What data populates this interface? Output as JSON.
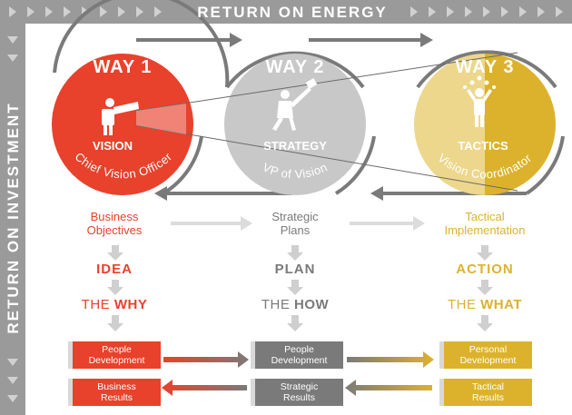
{
  "colors": {
    "red": "#e8412c",
    "gray": "#7a7a7a",
    "lightgray": "#c8c8c8",
    "gold": "#dcb22d",
    "goldlight": "#ecd78c",
    "band": "#9a9a9a"
  },
  "top_band": {
    "label": "RETURN ON ENERGY"
  },
  "side_band": {
    "label": "RETURN ON INVESTMENT"
  },
  "ways": [
    {
      "title": "WAY 1",
      "subtitle": "VISION",
      "role": "Chief Vision Officer",
      "icon": "telescope-person-icon"
    },
    {
      "title": "WAY 2",
      "subtitle": "STRATEGY",
      "role": "VP of Vision",
      "icon": "flag-person-icon"
    },
    {
      "title": "WAY 3",
      "subtitle": "TACTICS",
      "role": "Vision Coordinator",
      "icon": "juggling-person-icon"
    }
  ],
  "columns": [
    {
      "caption_line1": "Business",
      "caption_line2": "Objectives",
      "keyword": "IDEA",
      "the": "THE ",
      "the_word": "WHY",
      "box_top_line1": "People",
      "box_top_line2": "Development",
      "box_bottom_line1": "Business",
      "box_bottom_line2": "Results"
    },
    {
      "caption_line1": "Strategic",
      "caption_line2": "Plans",
      "keyword": "PLAN",
      "the": "THE ",
      "the_word": "HOW",
      "box_top_line1": "People",
      "box_top_line2": "Development",
      "box_bottom_line1": "Strategic",
      "box_bottom_line2": "Results"
    },
    {
      "caption_line1": "Tactical",
      "caption_line2": "Implementation",
      "keyword": "ACTION",
      "the": "THE ",
      "the_word": "WHAT",
      "box_top_line1": "Personal",
      "box_top_line2": "Development",
      "box_bottom_line1": "Tactical",
      "box_bottom_line2": "Results"
    }
  ]
}
